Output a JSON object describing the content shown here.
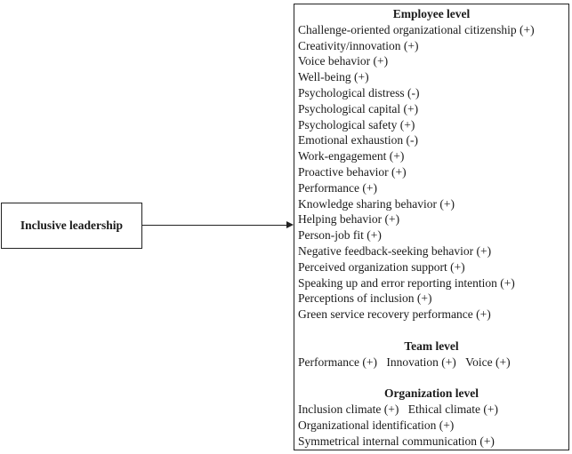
{
  "left": {
    "label": "Inclusive leadership"
  },
  "employee": {
    "title": "Employee level",
    "items": [
      "Challenge-oriented organizational citizenship (+)",
      "Creativity/innovation (+)",
      "Voice behavior (+)",
      "Well-being (+)",
      "Psychological distress (-)",
      "Psychological capital (+)",
      "Psychological safety (+)",
      "Emotional exhaustion (-)",
      "Work-engagement (+)",
      "Proactive behavior (+)",
      "Performance (+)",
      "Knowledge sharing behavior (+)",
      "Helping behavior (+)",
      "Person-job fit (+)",
      "Negative feedback-seeking behavior (+)",
      "Perceived organization support (+)",
      "Speaking up and error reporting intention (+)",
      "Perceptions of inclusion (+)",
      "Green service recovery performance (+)"
    ]
  },
  "team": {
    "title": "Team level",
    "items": [
      "Performance (+)",
      "Innovation (+)",
      "Voice (+)"
    ]
  },
  "organization": {
    "title": "Organization level",
    "row1": [
      "Inclusion climate (+)",
      "Ethical climate (+)"
    ],
    "row2": "Organizational identification (+)",
    "row3": "Symmetrical internal communication (+)"
  }
}
